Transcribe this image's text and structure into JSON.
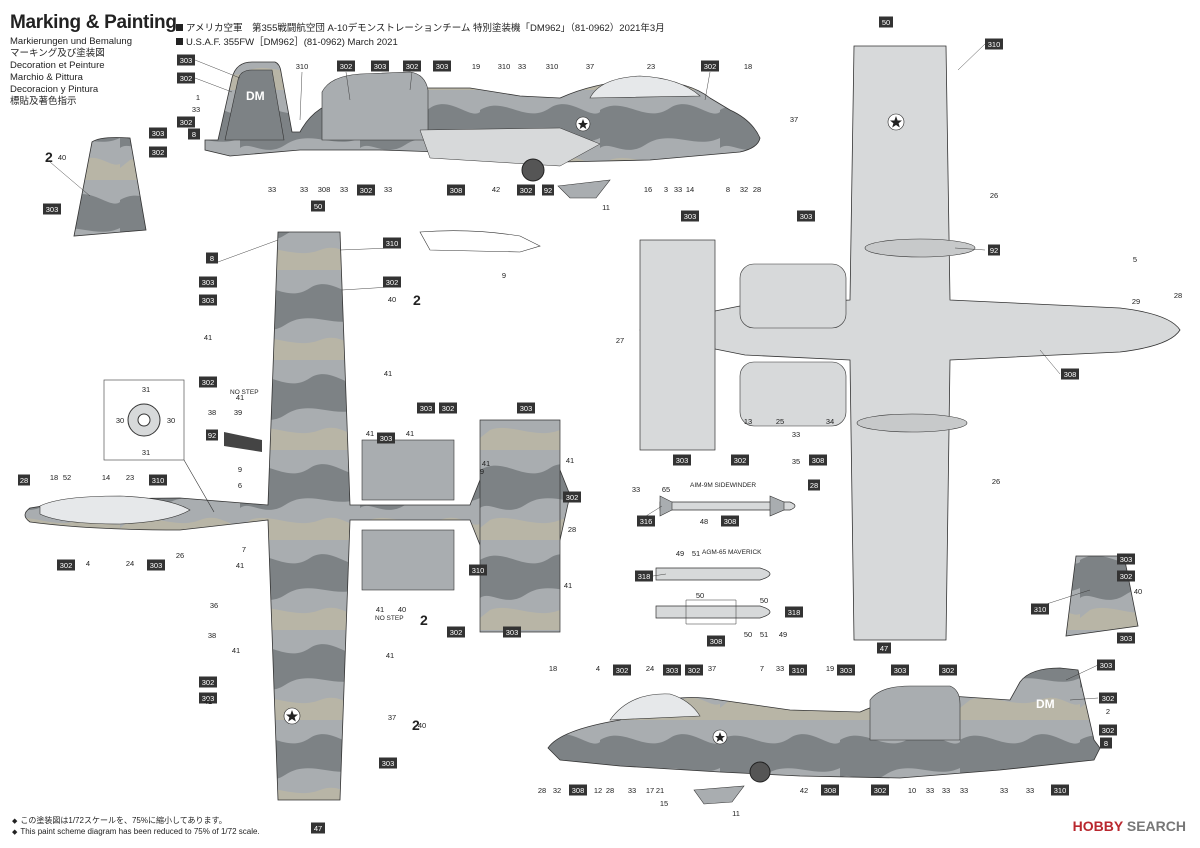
{
  "header": {
    "title": "Marking & Painting",
    "languages": [
      "Markierungen und Bemalung",
      "マーキング及び塗装図",
      "Decoration et Peinture",
      "Marchio & Pittura",
      "Decoracion y Pintura",
      "標貼及著色指示"
    ],
    "aircraft_jp": "アメリカ空軍　第355戦闘航空団 A-10デモンストレーションチーム 特別塗装機「DM962」（81-0962）2021年3月",
    "aircraft_en": "U.S.A.F. 355FW［DM962］(81-0962) March 2021"
  },
  "footer": {
    "note_jp": "この塗装図は1/72スケールを、75%に縮小してあります。",
    "note_en": "This paint scheme diagram has been reduced to 75% of 1/72 scale.",
    "logo_a": "HOBBY",
    "logo_b": "SEARCH"
  },
  "labels": {
    "sidewinder": "AIM-9M SIDEWINDER",
    "maverick": "AGM-65 MAVERICK",
    "tail_code": "DM",
    "no_step": "NO STEP"
  },
  "colors": {
    "light_gray": "#d7d9da",
    "mid_gray": "#a9adb0",
    "dark_gray": "#7d8285",
    "tan": "#b8b5a6",
    "ink": "#333333",
    "callout_box": "#333333"
  }
}
